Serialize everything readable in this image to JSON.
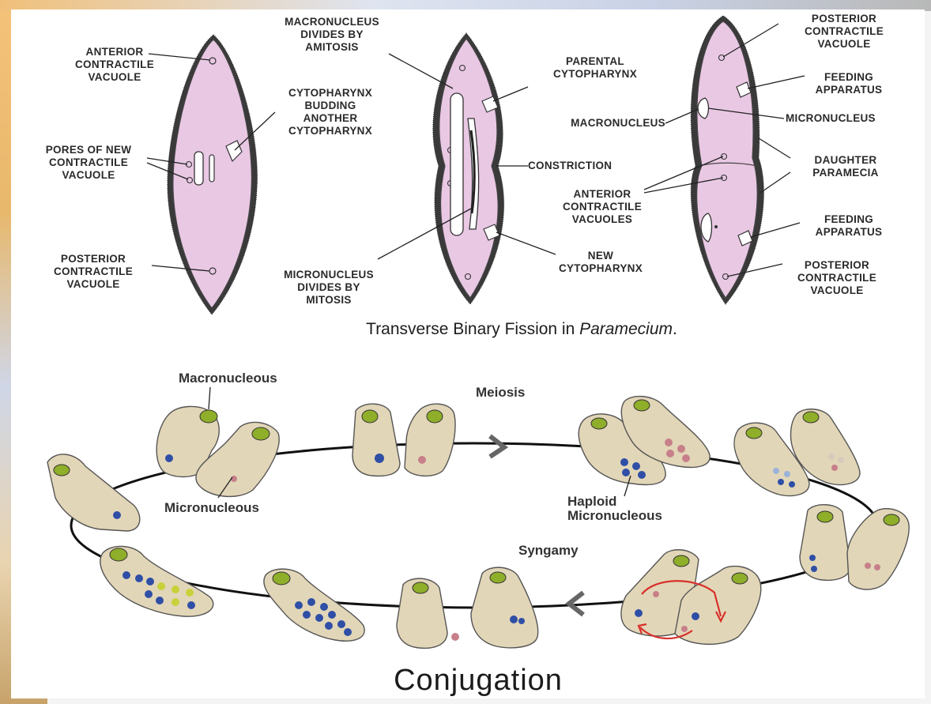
{
  "fission": {
    "labels": {
      "anterior_cv": "ANTERIOR\nCONTRACTILE\nVACUOLE",
      "pores_new_cv": "PORES OF NEW\nCONTRACTILE\nVACUOLE",
      "posterior_cv_left": "POSTERIOR\nCONTRACTILE\nVACUOLE",
      "macronucleus_divides": "MACRONUCLEUS\nDIVIDES  BY\nAMITOSIS",
      "cytopharynx_budding": "CYTOPHARYNX\nBUDDING\nANOTHER\nCYTOPHARYNX",
      "micronucleus_divides": "MICRONUCLEUS\nDIVIDES BY\nMITOSIS",
      "parental_cytopharynx": "PARENTAL\nCYTOPHARYNX",
      "constriction": "CONSTRICTION",
      "anterior_cvs": "ANTERIOR\nCONTRACTILE\nVACUOLES",
      "new_cytopharynx": "NEW\nCYTOPHARYNX",
      "macronucleus": "MACRONUCLEUS",
      "posterior_cv_top": "POSTERIOR\nCONTRACTILE\nVACUOLE",
      "feeding_apparatus_top": "FEEDING\nAPPARATUS",
      "micronucleus": "MICRONUCLEUS",
      "daughter_paramecia": "DAUGHTER\nPARAMECIA",
      "feeding_apparatus_bottom": "FEEDING\nAPPARATUS",
      "posterior_cv_bottom": "POSTERIOR\nCONTRACTILE\nVACUOLE"
    },
    "caption_prefix": "Transverse Binary Fission in ",
    "caption_italic": "Paramecium",
    "caption_suffix": "."
  },
  "conjugation": {
    "labels": {
      "macronucleous": "Macronucleous",
      "meiosis": "Meiosis",
      "micronucleous": "Micronucleous",
      "haploid": "Haploid\nMicronucleous",
      "syngamy": "Syngamy"
    },
    "title": "Conjugation"
  },
  "colors": {
    "paramecium_fill": "#e9c8e4",
    "cell_fill": "#e2d6b8",
    "macronucleus_green": "#8fae2a",
    "micronucleus_blue": "#2f4fa6",
    "micronucleus_pink": "#c7808a",
    "micronucleus_yellow": "#c8d13a",
    "arrow_red": "#d8302a"
  }
}
